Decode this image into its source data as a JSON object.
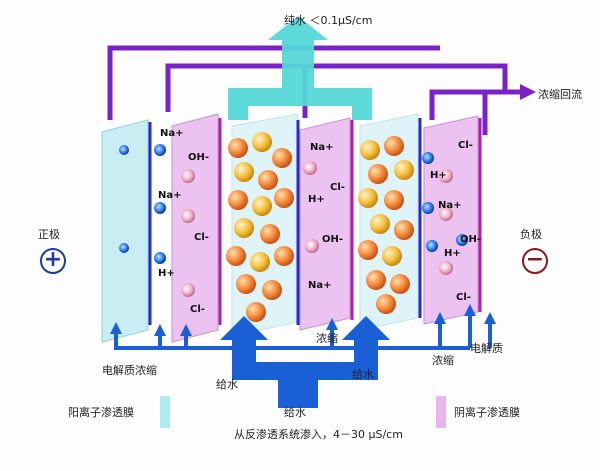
{
  "labels": {
    "pure_water": "纯水 ＜0.1μS/cm",
    "concentrate_return": "浓缩回流",
    "anode": "正极",
    "cathode": "负极",
    "electrolyte_concentrate": "电解质浓缩",
    "concentrate_mid": "浓缩",
    "concentrate_right": "浓缩",
    "electrolyte": "电解质",
    "feed_left": "给水",
    "feed_right": "给水",
    "feed_bottom": "给水",
    "feed_source": "从反渗透系统渗入，4－30 μS/cm",
    "cation_membrane": "阳离子渗透膜",
    "anion_membrane": "阴离子渗透膜"
  },
  "symbols": {
    "plus": "+",
    "minus": "−"
  },
  "ions": {
    "left": [
      "Na+",
      "OH-",
      "Na+",
      "Cl-",
      "H+",
      "Cl-"
    ],
    "mid": [
      "Na+",
      "Cl-",
      "H+",
      "OH-",
      "Na+"
    ],
    "right": [
      "Cl-",
      "H+",
      "Na+",
      "OH-",
      "H+",
      "Cl-"
    ]
  },
  "colors": {
    "purple": "#7a22c8",
    "blue": "#1a5fd6",
    "cyan": "#4fd6d6",
    "cation_membrane": "#aeeaf2",
    "anion_membrane": "#e7b6ee",
    "anode": "#1b3aa8",
    "cathode": "#8a1a1a"
  }
}
